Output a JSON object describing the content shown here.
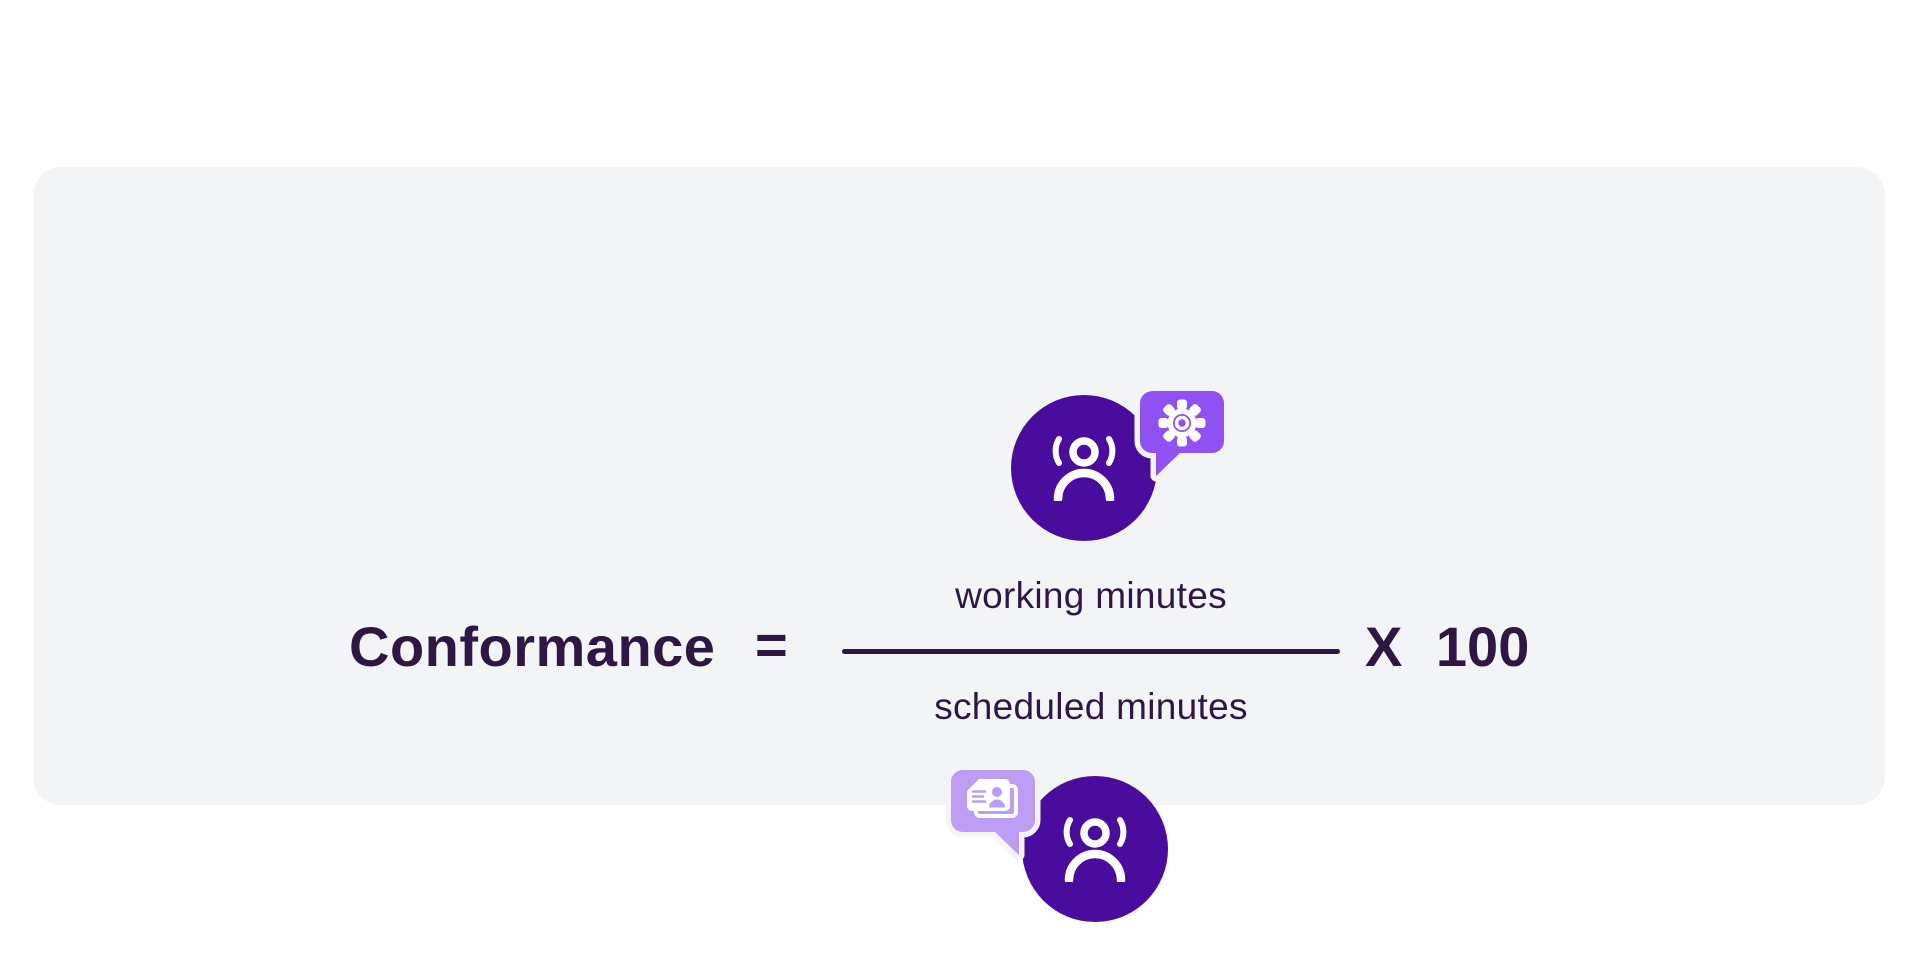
{
  "formula": {
    "lhs": "Conformance",
    "equals_sign": "=",
    "numerator": "working minutes",
    "denominator": "scheduled minutes",
    "multiplier": "X 100"
  },
  "icons": {
    "top_avatar": "person-icon",
    "top_badge": "gear-icon",
    "bottom_avatar": "person-icon",
    "bottom_badge": "id-card-icon"
  },
  "colors": {
    "page_bg": "#ffffff",
    "card_bg": "#f3f4f6",
    "text": "#2e1745",
    "circle": "#4a0c9d",
    "badge_gear": "#8f51f1",
    "badge_card": "#bd9df4",
    "icon_white": "#ffffff"
  }
}
